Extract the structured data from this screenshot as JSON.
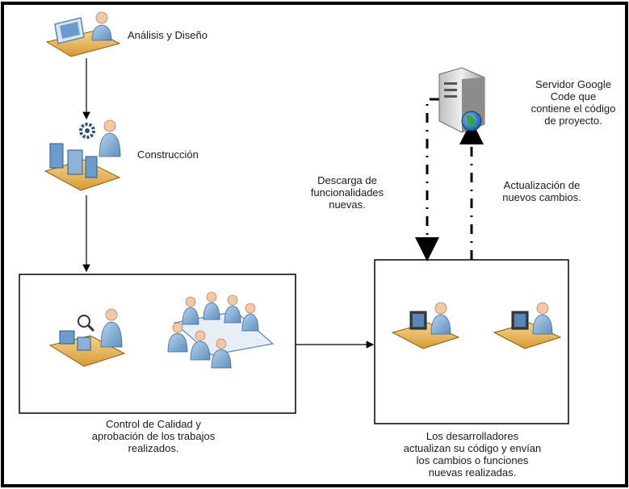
{
  "labels": {
    "analysis": "Análisis y Diseño",
    "construction": "Construcción",
    "server": "Servidor Google\nCode que\ncontiene el código\nde proyecto.",
    "download": "Descarga de\nfuncionalidades\nnuevas.",
    "update": "Actualización de\nnuevos cambios.",
    "quality": "Control de Calidad y\naprobación de los trabajos\nrealizados.",
    "developers": "Los desarrolladores\nactualizan su código y envían\nlos cambios o funciones\nnuevas realizadas."
  },
  "icons": {
    "analysis": "designer-at-desk-icon",
    "construction": "builder-with-gear-icon",
    "quality_inspector": "inspector-magnifier-icon",
    "meeting": "meeting-table-icon",
    "server": "server-globe-icon",
    "developer": "developer-at-computer-icon"
  },
  "colors": {
    "border": "#000000",
    "person": "#8db4d8",
    "skin": "#f2c9a4",
    "desk": "#e8a945",
    "monitor": "#5a86b8"
  }
}
